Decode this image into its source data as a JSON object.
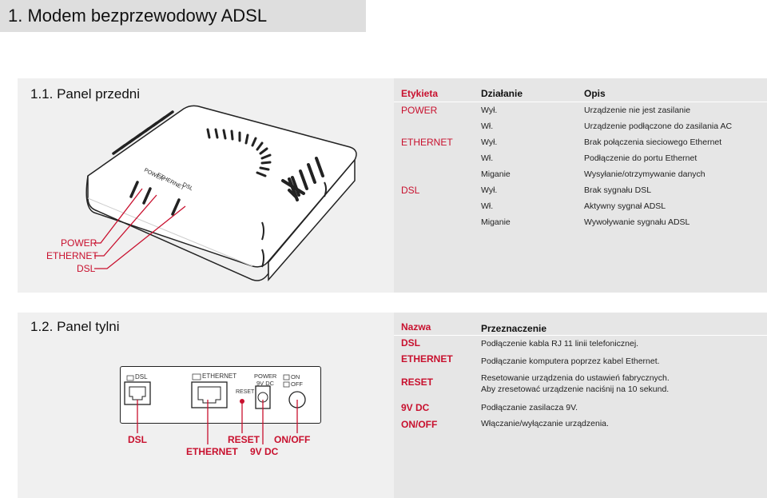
{
  "page_title": "1. Modem bezprzewodowy ADSL",
  "front": {
    "title": "1.1. Panel przedni",
    "headers": {
      "label": "Etykieta",
      "action": "Działanie",
      "desc": "Opis"
    },
    "rows": [
      {
        "label": "POWER",
        "action": "Wył.",
        "desc": "Urządzenie nie jest zasilanie"
      },
      {
        "label": "",
        "action": "Wł.",
        "desc": "Urządzenie podłączone do zasilania AC"
      },
      {
        "label": "ETHERNET",
        "action": "Wył.",
        "desc": "Brak połączenia sieciowego Ethernet"
      },
      {
        "label": "",
        "action": "Wł.",
        "desc": "Podłączenie do portu Ethernet"
      },
      {
        "label": "",
        "action": "Miganie",
        "desc": "Wysyłanie/otrzymywanie danych"
      },
      {
        "label": "DSL",
        "action": "Wył.",
        "desc": "Brak sygnału DSL"
      },
      {
        "label": "",
        "action": "Wł.",
        "desc": "Aktywny sygnał ADSL"
      },
      {
        "label": "",
        "action": "Miganie",
        "desc": "Wywoływanie sygnału ADSL"
      }
    ],
    "device_leds": {
      "power": "POWER",
      "ethernet": "ETHERNET",
      "dsl": "DSL"
    },
    "callouts": {
      "power": "POWER",
      "ethernet": "ETHERNET",
      "dsl": "DSL"
    }
  },
  "back": {
    "title": "1.2. Panel tylni",
    "headers": {
      "name": "Nazwa",
      "purpose": "Przeznaczenie"
    },
    "rows": [
      {
        "name": "DSL",
        "purpose": [
          "Podłączenie kabla RJ 11 linii telefonicznej."
        ]
      },
      {
        "name": "ETHERNET",
        "purpose": [
          "Podłączanie komputera poprzez kabel Ethernet."
        ]
      },
      {
        "name": "RESET",
        "purpose": [
          "Resetowanie urządzenia do ustawień fabrycznych.",
          "Aby zresetować urządzenie naciśnij na 10 sekund."
        ]
      },
      {
        "name": "9V DC",
        "purpose": [
          "Podłączanie zasilacza 9V."
        ]
      },
      {
        "name": "ON/OFF",
        "purpose": [
          "Włączanie/wyłączanie urządzenia."
        ]
      }
    ],
    "panel_labels": {
      "dsl": "DSL",
      "ethernet": "ETHERNET",
      "reset": "RESET",
      "power": "POWER",
      "power2": "9V DC",
      "on": "ON",
      "off": "OFF"
    },
    "callouts": {
      "dsl": "DSL",
      "ethernet": "ETHERNET",
      "reset": "RESET",
      "dc": "9V DC",
      "onoff": "ON/OFF"
    }
  },
  "colors": {
    "accent": "#c8102e",
    "panel": "#f0f0f0",
    "title_bar": "#dedede"
  }
}
